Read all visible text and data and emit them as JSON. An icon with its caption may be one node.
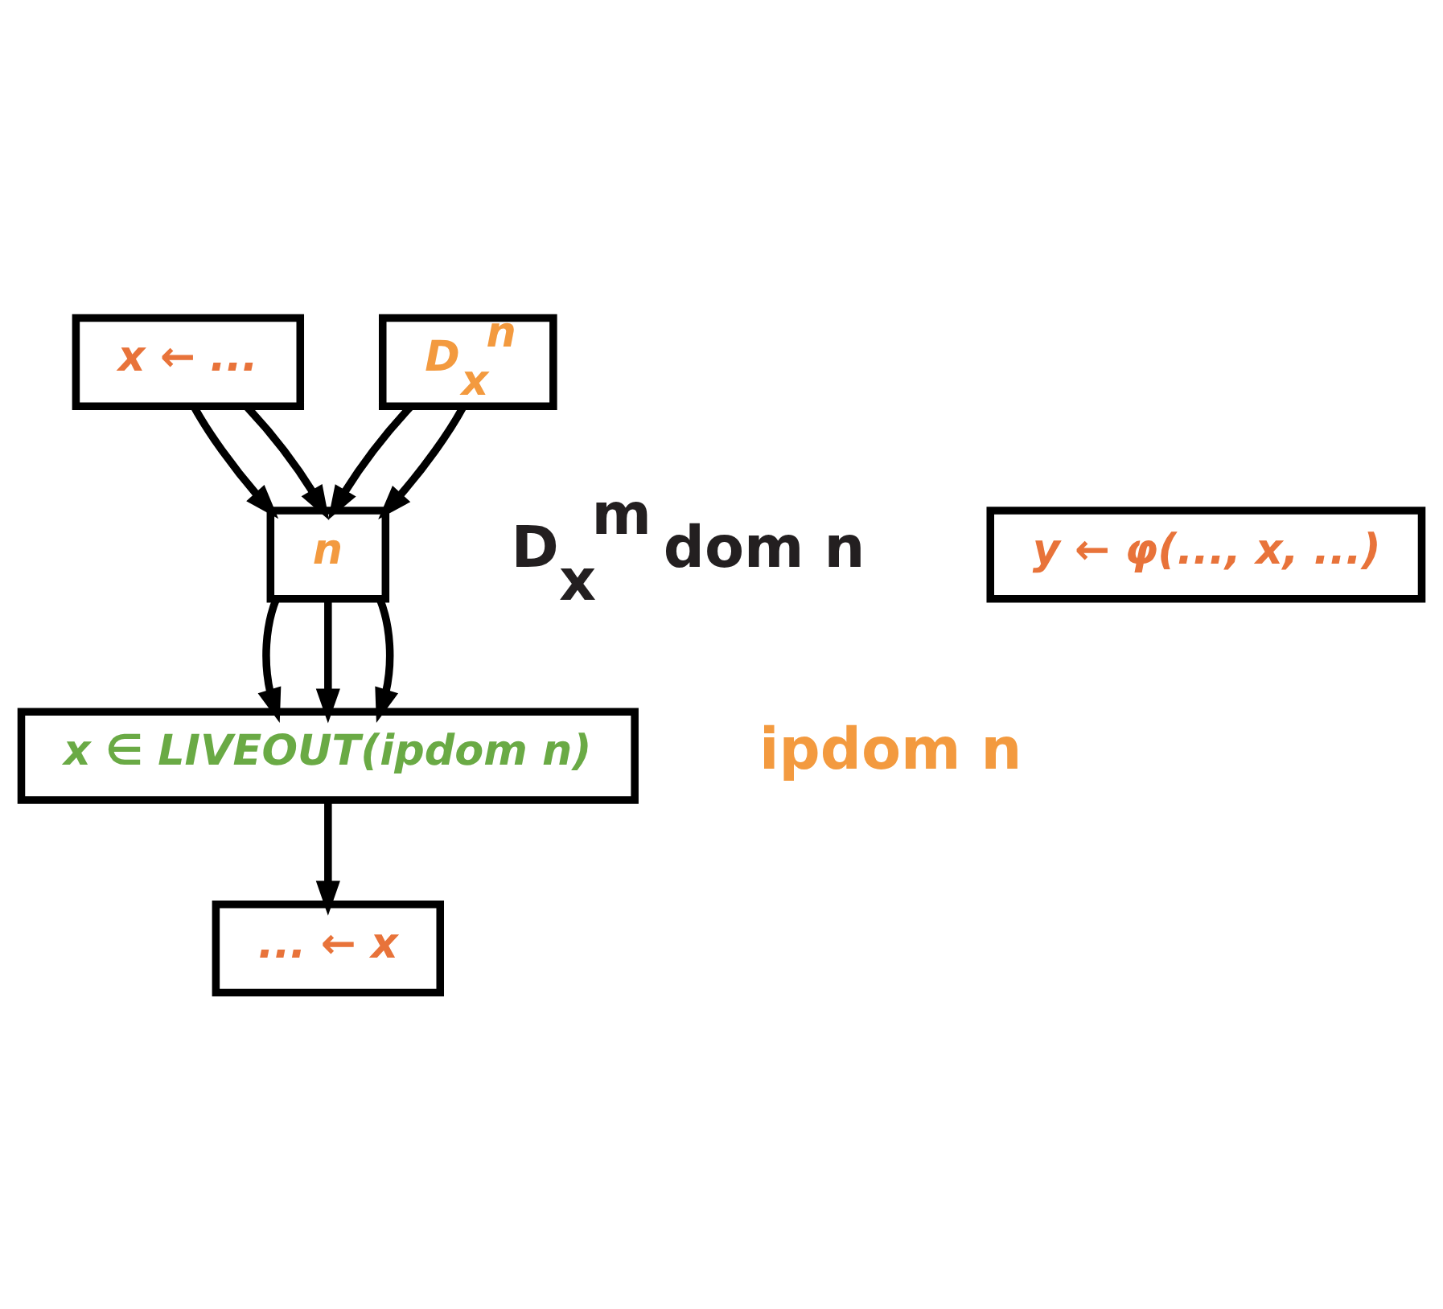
{
  "diagram": {
    "nodes": [
      {
        "text": [
          "x ← ..."
        ]
      },
      {
        "text": [
          "D$_{x}$$^{n}$"
        ]
      },
      {
        "text": [
          "n"
        ],
        "beside": [
          "D$_{x}$$^{m}$ dom n"
        ]
      },
      {
        "text": [
          "y ← φ(..., x, ...)"
        ]
      },
      {
        "text": [
          "x ∈ LIVEOUT(ipdom n)"
        ],
        "beside": [
          "ipdom n"
        ]
      },
      {
        "text": [
          "... ← x"
        ]
      }
    ],
    "edges": [
      {
        "from": 0,
        "to": 2,
        "arrow": "to"
      },
      {
        "from": 0,
        "to": 2,
        "arrow": "to"
      },
      {
        "from": 1,
        "to": 2,
        "arrow": "to"
      },
      {
        "from": 1,
        "to": 2,
        "arrow": "to"
      },
      {
        "from": 2,
        "to": 4,
        "arrow": "to"
      },
      {
        "from": 2,
        "to": 4,
        "arrow": "to"
      },
      {
        "from": 2,
        "to": 4,
        "arrow": "to"
      },
      {
        "from": 4,
        "to": 5,
        "arrow": "to"
      }
    ]
  }
}
